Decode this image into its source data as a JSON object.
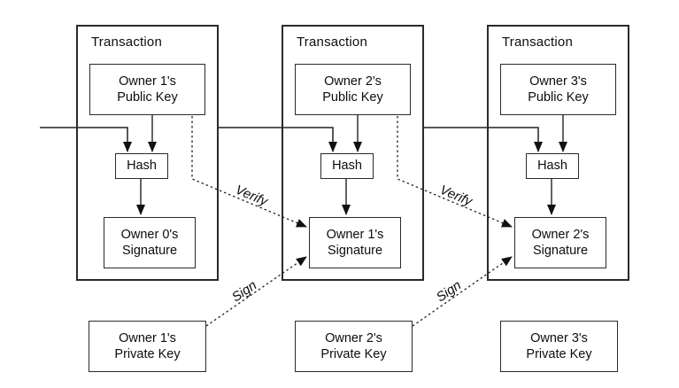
{
  "colors": {
    "background": "#ffffff",
    "line": "#222222",
    "arrow_fill": "#111111"
  },
  "transactions": [
    {
      "title": "Transaction",
      "public_key_line1": "Owner 1's",
      "public_key_line2": "Public Key",
      "hash": "Hash",
      "signature_line1": "Owner 0's",
      "signature_line2": "Signature"
    },
    {
      "title": "Transaction",
      "public_key_line1": "Owner 2's",
      "public_key_line2": "Public Key",
      "hash": "Hash",
      "signature_line1": "Owner 1's",
      "signature_line2": "Signature"
    },
    {
      "title": "Transaction",
      "public_key_line1": "Owner 3's",
      "public_key_line2": "Public Key",
      "hash": "Hash",
      "signature_line1": "Owner 2's",
      "signature_line2": "Signature"
    }
  ],
  "private_keys": [
    {
      "line1": "Owner 1's",
      "line2": "Private Key"
    },
    {
      "line1": "Owner 2's",
      "line2": "Private Key"
    },
    {
      "line1": "Owner 3's",
      "line2": "Private Key"
    }
  ],
  "edge_labels": {
    "verify_1": "Verify",
    "verify_2": "Verify",
    "sign_1": "Sign",
    "sign_2": "Sign"
  }
}
